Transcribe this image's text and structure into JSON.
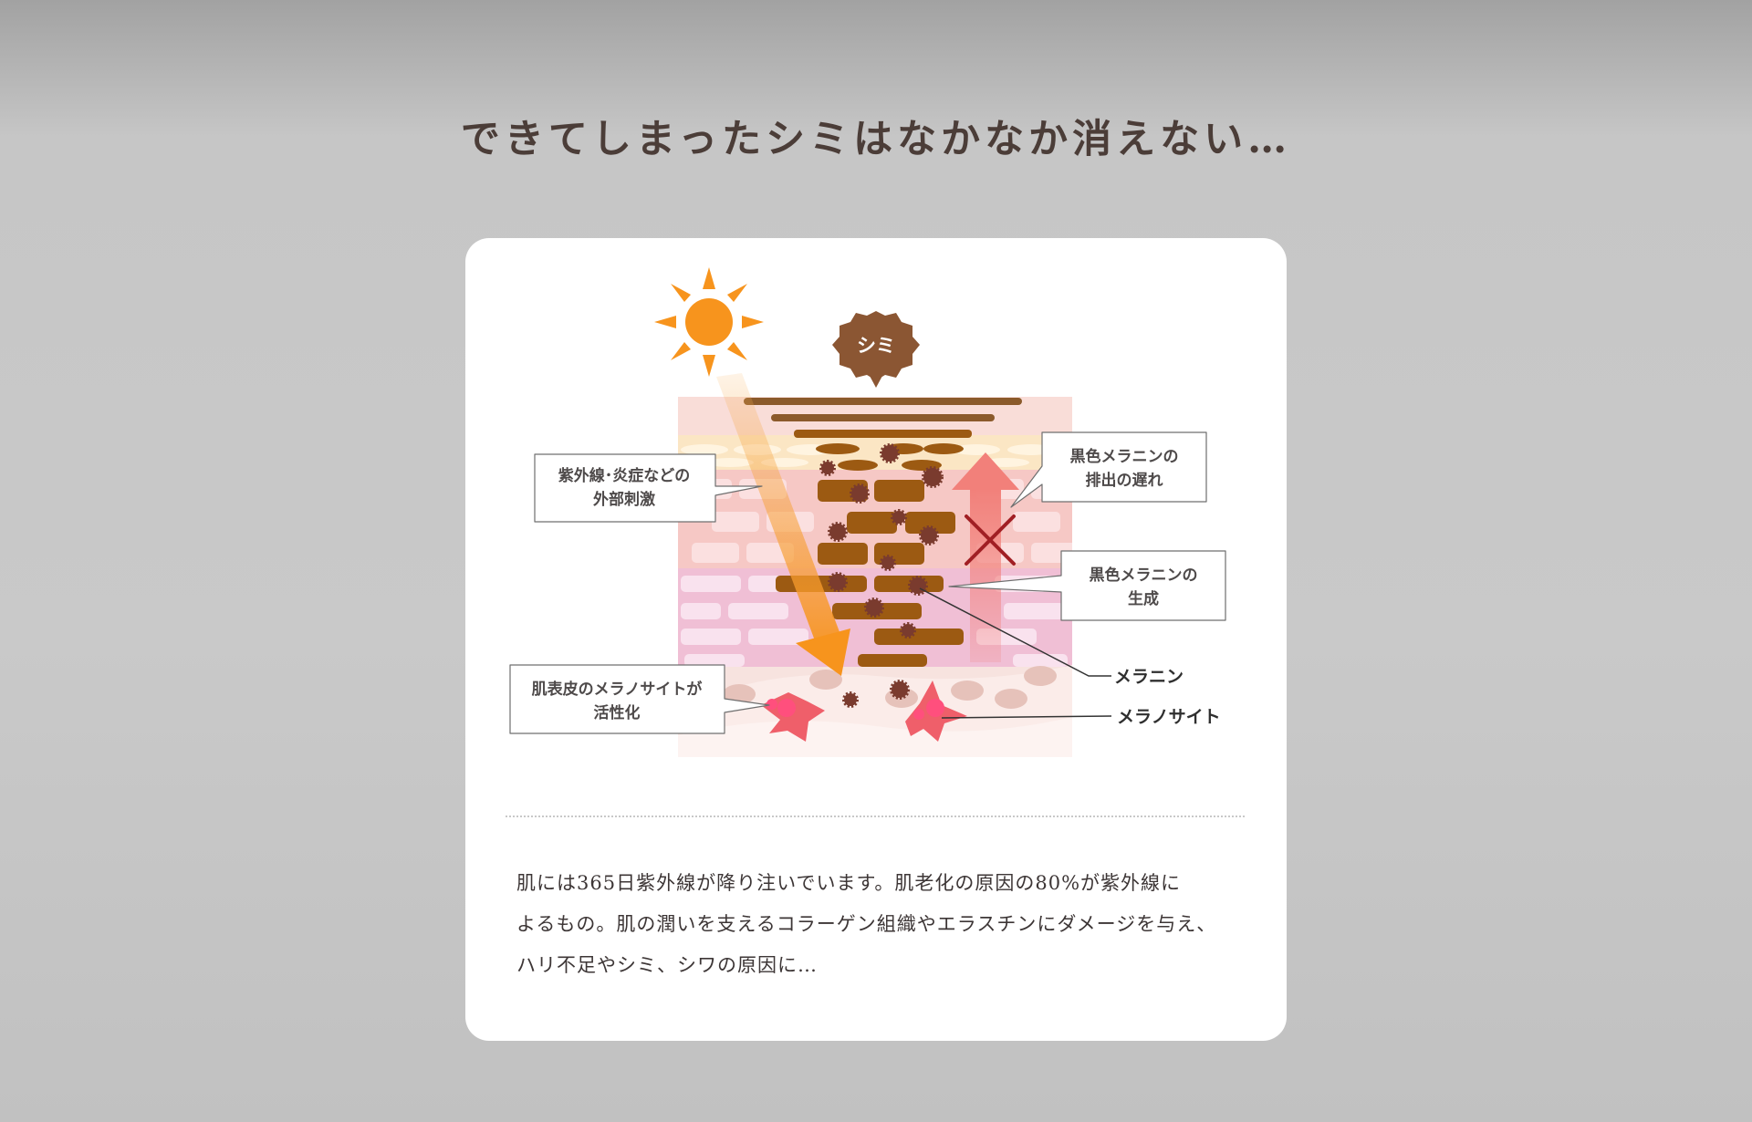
{
  "headline": "できてしまったシミはなかなか消えない…",
  "diagram": {
    "spot_badge": "シミ",
    "callouts": {
      "uv_line1": "紫外線･炎症などの",
      "uv_line2": "外部刺激",
      "excretion_line1": "黒色メラニンの",
      "excretion_line2": "排出の遅れ",
      "generation_line1": "黒色メラニンの",
      "generation_line2": "生成",
      "activation_line1": "肌表皮のメラノサイトが",
      "activation_line2": "活性化"
    },
    "labels": {
      "melanin": "メラニン",
      "melanocyte": "メラノサイト"
    },
    "colors": {
      "sun": "#f7941d",
      "melanin_block": "#9c5a12",
      "melanin_particle": "#7a3b2e",
      "spot_badge": "#8b5633",
      "excretion_arrow": "#f2807a",
      "cross": "#a11f24",
      "melanocyte": "#ef5f6a"
    }
  },
  "body_lines": [
    "肌には365日紫外線が降り注いでいます。肌老化の原因の80%が紫外線に",
    "よるもの。肌の潤いを支えるコラーゲン組織やエラスチンにダメージを与え、",
    "ハリ不足やシミ、シワの原因に…"
  ]
}
